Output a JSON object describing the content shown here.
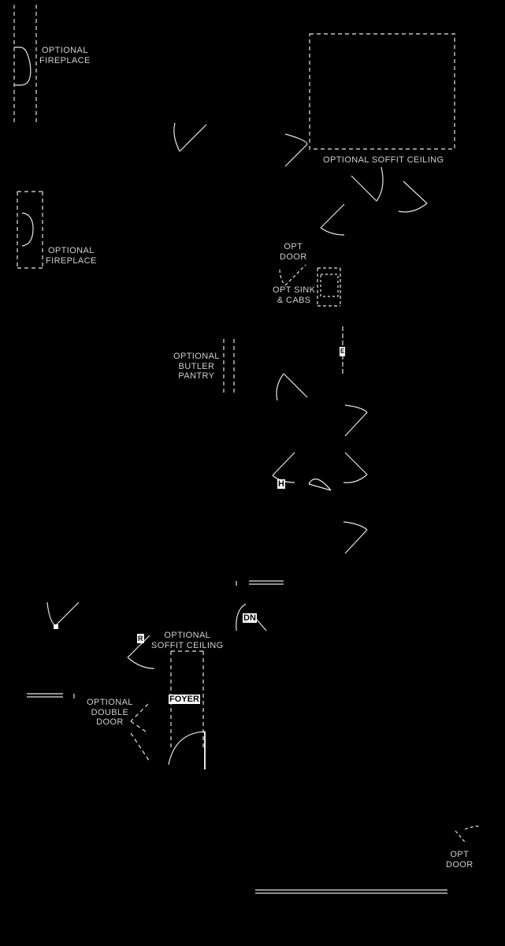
{
  "labels": {
    "fireplace_top": [
      "OPTIONAL",
      "FIREPLACE"
    ],
    "fireplace_mid": [
      "OPTIONAL",
      "FIREPLACE"
    ],
    "soffit_top": "OPTIONAL SOFFIT CEILING",
    "opt_door_upper": [
      "OPT",
      "DOOR"
    ],
    "opt_sink": [
      "OPT SINK",
      "& CABS"
    ],
    "butler_pantry": [
      "OPTIONAL",
      "BUTLER",
      "PANTRY"
    ],
    "soffit_lower": [
      "OPTIONAL",
      "SOFFIT CEILING"
    ],
    "double_door": [
      "OPTIONAL",
      "DOUBLE",
      "DOOR"
    ],
    "opt_door_lower": [
      "OPT",
      "DOOR"
    ]
  },
  "tags": {
    "foyer": "FOYER",
    "down": "DN",
    "h": "H",
    "r": "R",
    "e": "E"
  },
  "colors": {
    "background": "#000000",
    "line": "#e6e6e6",
    "text": "#cfcfcf"
  }
}
